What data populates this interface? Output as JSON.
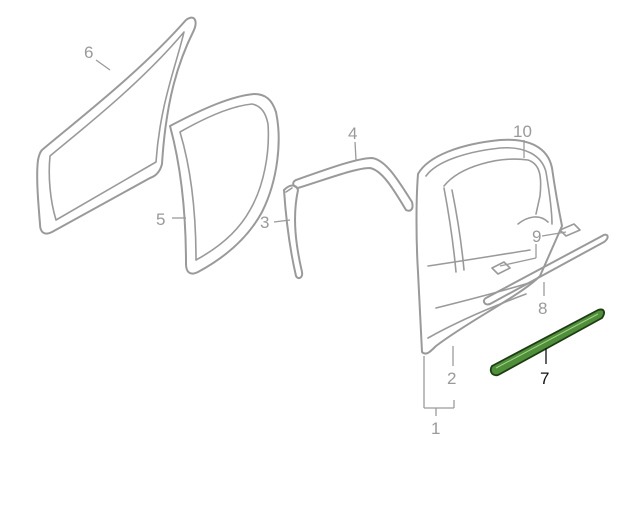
{
  "callouts": [
    {
      "id": "1",
      "label": "1"
    },
    {
      "id": "2",
      "label": "2"
    },
    {
      "id": "3",
      "label": "3"
    },
    {
      "id": "4",
      "label": "4"
    },
    {
      "id": "5",
      "label": "5"
    },
    {
      "id": "6",
      "label": "6"
    },
    {
      "id": "7",
      "label": "7",
      "highlighted": true
    },
    {
      "id": "8",
      "label": "8"
    },
    {
      "id": "9",
      "label": "9"
    },
    {
      "id": "10",
      "label": "10"
    }
  ],
  "colors": {
    "line_art": "#9a9a9a",
    "highlight_fill": "#4f8f3a",
    "highlight_label": "#111111"
  }
}
